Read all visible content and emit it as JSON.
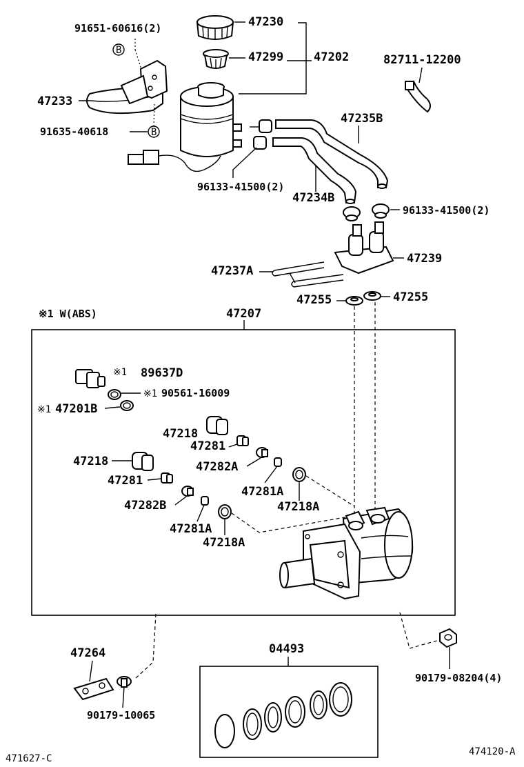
{
  "labels": {
    "bolt_91651": "91651-60616(2)",
    "cap_47230": "47230",
    "strainer_47299": "47299",
    "reservoir_47202": "47202",
    "clamp_82711": "82711-12200",
    "bracket_47233": "47233",
    "bolt_91635": "91635-40618",
    "hose_47235B": "47235B",
    "clip_96133_left": "96133-41500(2)",
    "hose_47234B": "47234B",
    "clip_96133_right": "96133-41500(2)",
    "union_47239": "47239",
    "pin_47237A": "47237A",
    "grommet_47255_left": "47255",
    "grommet_47255_right": "47255",
    "abs_note": "※1  W(ABS)",
    "master_cyl_47207": "47207",
    "switch_89637D": "89637D",
    "switch_mark": "※1",
    "oring_90561": "90561-16009",
    "oring_mark": "※1",
    "ring_47201B": "47201B",
    "ring_mark": "※1",
    "plug_47218_upper": "47218",
    "seat_47281_upper": "47281",
    "spring_47282A": "47282A",
    "plug_47218_lower": "47218",
    "seat_47281_lower": "47281",
    "seat_47281A_upper": "47281A",
    "gasket_47218A_upper": "47218A",
    "spring_47282B": "47282B",
    "seat_47281A_lower": "47281A",
    "gasket_47218A_lower": "47218A",
    "bracket_47264": "47264",
    "kit_04493": "04493",
    "nut_90179_08204": "90179-08204(4)",
    "bolt_90179_10065": "90179-10065",
    "ref_left": "471627-C",
    "ref_right": "474120-A",
    "b_mark": "B"
  }
}
